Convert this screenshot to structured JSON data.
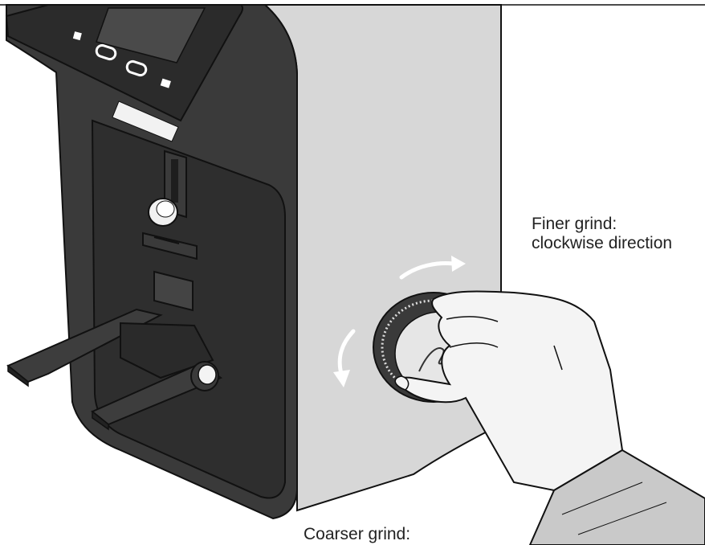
{
  "labels": {
    "finer": {
      "line1": "Finer grind:",
      "line2": "clockwise direction"
    },
    "coarser": {
      "line1": "Coarser grind:"
    }
  },
  "colors": {
    "background": "#ffffff",
    "machine_side": "#d7d7d7",
    "machine_front": "#3a3a3a",
    "machine_front_dark": "#2b2b2b",
    "outline": "#111111",
    "glove": "#f4f4f4",
    "sleeve": "#c9c9c9",
    "arrow": "#ffffff",
    "text": "#222222"
  },
  "icons": {
    "brand_logo": "logo-signature",
    "panel_buttons": [
      "button-square",
      "button-pill",
      "button-pill",
      "button-small"
    ]
  }
}
